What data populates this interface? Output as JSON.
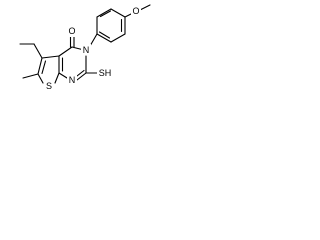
{
  "molecule": {
    "atom_labels": {
      "methoxy_oxygen": "O",
      "carbonyl_oxygen": "O",
      "ring_nitrogen_n3": "N",
      "ring_nitrogen_n1": "N",
      "thiophene_sulfur": "S",
      "thiol_group": "SH"
    }
  }
}
